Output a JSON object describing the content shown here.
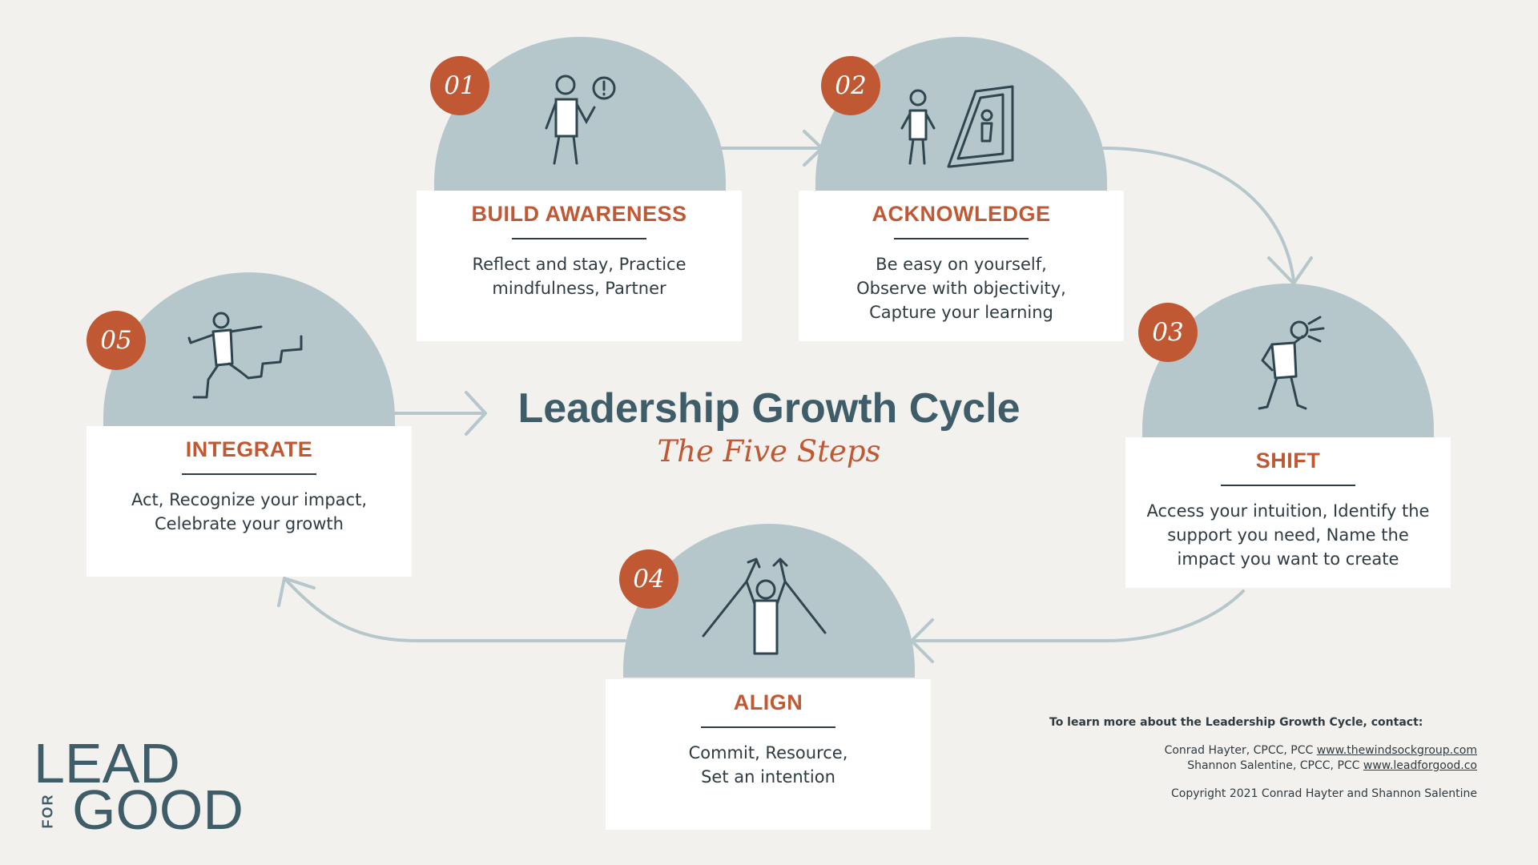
{
  "title": "Leadership Growth Cycle",
  "subtitle": "The Five Steps",
  "steps": [
    {
      "number": "01",
      "title": "BUILD AWARENESS",
      "description": "Reflect and stay, Practice mindfulness, Partner",
      "icon": "person-exclamation-icon"
    },
    {
      "number": "02",
      "title": "ACKNOWLEDGE",
      "description": "Be easy on yourself, Observe with objectivity, Capture your learning",
      "icon": "person-mirror-icon"
    },
    {
      "number": "03",
      "title": "SHIFT",
      "description": "Access your intuition, Identify the support you need, Name the impact you want to create",
      "icon": "person-megaphone-icon"
    },
    {
      "number": "04",
      "title": "ALIGN",
      "description": "Commit, Resource, Set an intention",
      "icon": "person-arms-up-icon"
    },
    {
      "number": "05",
      "title": "INTEGRATE",
      "description": "Act, Recognize your impact, Celebrate your growth",
      "icon": "person-climbing-stairs-icon"
    }
  ],
  "logo": {
    "line1": "LEAD",
    "small": "FOR",
    "line2": "GOOD"
  },
  "contact": {
    "heading": "To learn more about the Leadership Growth Cycle, contact:",
    "people": [
      {
        "text": "Conrad Hayter, CPCC, PCC",
        "link": "www.thewindsockgroup.com"
      },
      {
        "text": "Shannon Salentine, CPCC, PCC",
        "link": "www.leadforgood.co"
      }
    ],
    "copyright": "Copyright 2021 Conrad Hayter and Shannon Salentine"
  },
  "colors": {
    "background": "#f3f1ee",
    "dome": "#b5c7cb",
    "accent": "#c05833",
    "dark": "#3f5d68",
    "arrow": "#b5c7cb"
  }
}
